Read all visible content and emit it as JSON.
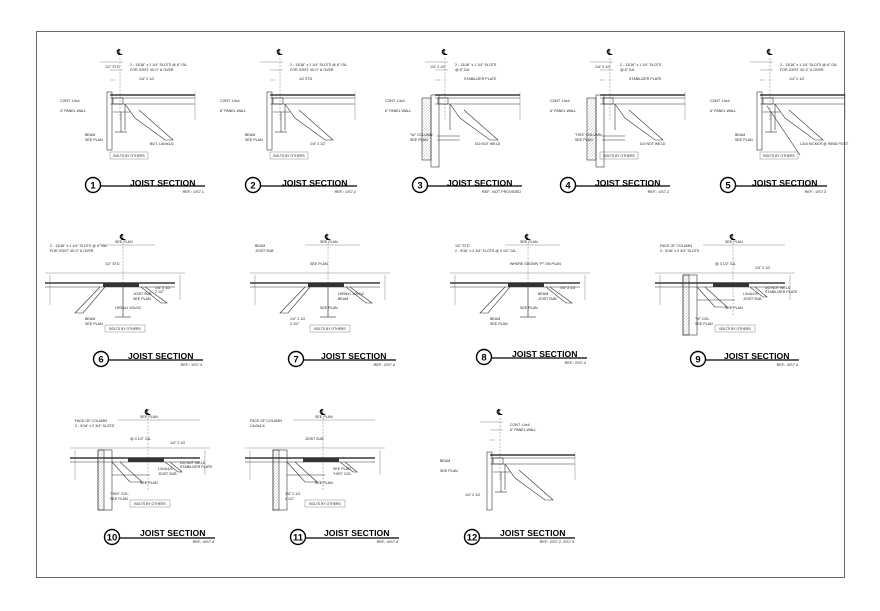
{
  "sheet": {
    "sections": [
      {
        "num": "1",
        "title": "JOIST SECTION",
        "ref": "REF.: 1/S7.1",
        "note_cl": "℄",
        "bolts": "BOLTS BY OTHERS",
        "labels": [
          "2 - 13/16\" x 1 1/4\" SLOTS @ 6\" GA.",
          "FOR JOIST 40'-0\" & OVER",
          "CONT. L4x4",
          "4\" PANEL WALL",
          "BEAM",
          "SEE PLAN",
          "BOT. L6x4x1/2",
          "1/4\" 2 1/2",
          "1/2\" STD"
        ]
      },
      {
        "num": "2",
        "title": "JOIST SECTION",
        "ref": "REF.: 1/S7.2",
        "note_cl": "℄",
        "bolts": "BOLTS BY OTHERS",
        "labels": [
          "2 - 13/16\" x 1 1/4\" SLOTS @ 6\" GA.",
          "FOR JOIST 40'-0\" & OVER",
          "CONT. L4x4",
          "6\" PANEL WALL",
          "BEAM",
          "SEE PLAN",
          "1/4\" 2 1/2",
          "1/2 STD"
        ]
      },
      {
        "num": "3",
        "title": "JOIST SECTION",
        "ref": "REF.: NOT PROVIDED",
        "note_cl": "℄",
        "bolts": "",
        "labels": [
          "2 - 13/16\" x 1 1/4\" SLOTS",
          "@ 6\" GA.",
          "CONT. L4x4",
          "6\" PANEL WALL",
          "\"W\" COLUMN",
          "SEE PLAN",
          "DO NOT WELD",
          "STABILIZER PLATE",
          "1/4\" 2 1/2"
        ]
      },
      {
        "num": "4",
        "title": "JOIST SECTION",
        "ref": "REF.: 1/S7.2",
        "note_cl": "℄",
        "bolts": "BOLTS BY OTHERS",
        "labels": [
          "2 - 13/16\" x 1 1/4\" SLOTS",
          "@ 6\" GA.",
          "CONT. L4x4",
          "6\" PANEL WALL",
          "\"HSS\" COLUMN",
          "SEE PLAN",
          "DO NOT WELD",
          "STABILIZER PLATE",
          "1/4\" 2 1/2"
        ]
      },
      {
        "num": "5",
        "title": "JOIST SECTION",
        "ref": "REF.: 1/S7.3",
        "note_cl": "℄",
        "bolts": "BOLTS BY OTHERS",
        "labels": [
          "2 - 13/16\" x 1 1/4\" SLOTS @ 6\" GA.",
          "FOR JOIST 40'-0\" & OVER",
          "CONT. L4x4",
          "6\" PANEL WALL",
          "BEAM",
          "SEE PLAN",
          "L3x3 KICKER @ WIND POST",
          "1/4\" 2 1/2"
        ]
      },
      {
        "num": "6",
        "title": "JOIST SECTION",
        "ref": "REF.: 1/S7.4",
        "note_cl": "℄",
        "bolts": "BOLTS BY OTHERS",
        "labels": [
          "SEE PLAN",
          "2 - 13/16\" x 1 1/4\" SLOTS @ 6\" GA.",
          "FOR JOIST 40'-0\" & OVER",
          "1/2\" STD",
          "JOIST SUB",
          "SEE PLAN",
          "HSS6x1 1/2x1/2",
          "BEAM",
          "SEE PLAN",
          "1/4\" 2 1/2",
          "2 1/2\""
        ]
      },
      {
        "num": "7",
        "title": "JOIST SECTION",
        "ref": "REF.: 2/S7.4",
        "note_cl": "℄",
        "bolts": "BOLTS BY OTHERS",
        "labels": [
          "SEE PLAN",
          "BEAM",
          "JOIST SUB",
          "SEE PLAN",
          "HSS6x1 1/2x1/2",
          "BEAM",
          "SEE PLAN",
          "1/4\" 2 1/2",
          "2 1/2\""
        ]
      },
      {
        "num": "8",
        "title": "JOIST SECTION",
        "ref": "REF.: 2/S7.4",
        "note_cl": "℄",
        "bolts": "",
        "labels": [
          "SEE PLAN",
          "1/2\" STD",
          "2 - 9/16\" x 2 3/4\" SLOTS @ 3 1/2\" GA.",
          "WHERE SHOWN \"P\" ON PLAN",
          "BEAM",
          "JOIST SUB",
          "SEE PLAN",
          "BEAM",
          "SEE PLAN",
          "1/4\" 2 1/2"
        ]
      },
      {
        "num": "9",
        "title": "JOIST SECTION",
        "ref": "REF.: 4/S7.4",
        "note_cl": "℄",
        "bolts": "BOLTS BY OTHERS",
        "labels": [
          "SEE PLAN",
          "FACE OF COLUMN",
          "2 - 9/16\" x 2 3/4\" SLOTS",
          "@ 3 1/2\" GA.",
          "L3x3x1/4",
          "JOIST SUB",
          "SEE PLAN",
          "\"W\" COL.",
          "SEE PLAN",
          "DO NOT WELD",
          "STABILIZER PLATE",
          "1/4\" 2 1/2"
        ]
      },
      {
        "num": "10",
        "title": "JOIST SECTION",
        "ref": "REF.: 4/S7.4",
        "note_cl": "℄",
        "bolts": "BOLTS BY OTHERS",
        "labels": [
          "SEE PLAN",
          "FACE OF COLUMN",
          "2 - 9/16\" x 2 3/4\" SLOTS",
          "@ 3 1/2\" GA.",
          "L3x3x1/4",
          "JOIST SUB",
          "SEE PLAN",
          "\"HSS\" COL.",
          "SEE PLAN",
          "DO NOT WELD",
          "STABILIZER PLATE",
          "1/4\" 2 1/2"
        ]
      },
      {
        "num": "11",
        "title": "JOIST SECTION",
        "ref": "REF.: 4/S7.4",
        "note_cl": "℄",
        "bolts": "BOLTS BY OTHERS",
        "labels": [
          "SEE PLAN",
          "FACE OF COLUMN",
          "L3x3x1/4",
          "JOIST SUB",
          "SEE PLAN",
          "\"HSS\" COL.",
          "SEE PLAN",
          "1/4\" 2 1/2",
          "2 1/2\""
        ]
      },
      {
        "num": "12",
        "title": "JOIST SECTION",
        "ref": "REF.: 2/S7.2, 2/S7.3",
        "note_cl": "℄",
        "bolts": "",
        "labels": [
          "CONT. L4x4",
          "6\" PANEL WALL",
          "BEAM",
          "SEE PLAN",
          "1/4\" 2 1/2"
        ]
      }
    ]
  }
}
